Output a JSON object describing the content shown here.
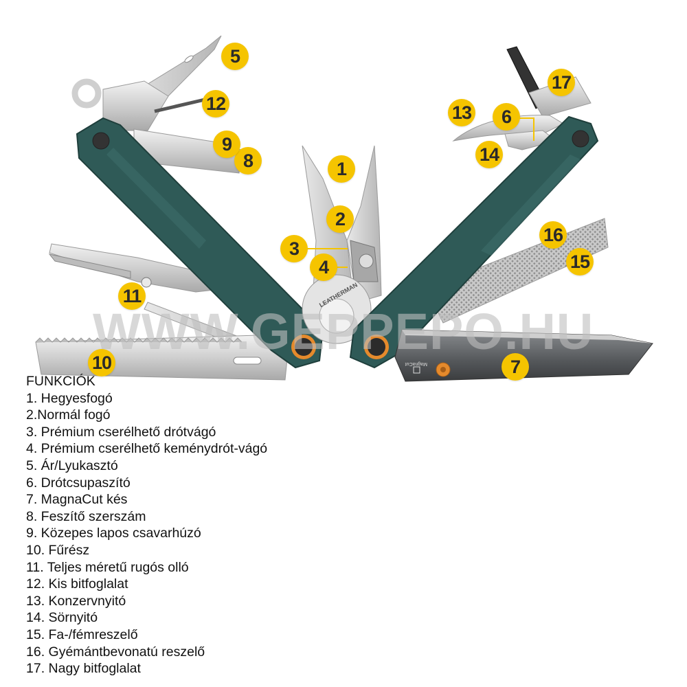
{
  "watermark": "WWW.GEPPEPO.HU",
  "brand_engraving": "LEATHERMAN",
  "blade_marking": "MagnaCut",
  "colors": {
    "handle": "#2f5a57",
    "badge": "#f5c400",
    "badge_text": "#2a2a2a",
    "pivot_ring": "#e58a2c",
    "steel": "#d8d8d8",
    "blade_dark": "#4a4d50"
  },
  "badges": [
    {
      "number": "1",
      "tool": "pliers-tip"
    },
    {
      "number": "2",
      "tool": "pliers-regular"
    },
    {
      "number": "3",
      "tool": "wire-cutter"
    },
    {
      "number": "4",
      "tool": "hard-wire-cutter"
    },
    {
      "number": "5",
      "tool": "awl"
    },
    {
      "number": "6",
      "tool": "wire-stripper"
    },
    {
      "number": "7",
      "tool": "knife"
    },
    {
      "number": "8",
      "tool": "pry-tool"
    },
    {
      "number": "9",
      "tool": "flat-screwdriver"
    },
    {
      "number": "10",
      "tool": "saw"
    },
    {
      "number": "11",
      "tool": "scissors"
    },
    {
      "number": "12",
      "tool": "small-bit-holder"
    },
    {
      "number": "13",
      "tool": "can-opener"
    },
    {
      "number": "14",
      "tool": "bottle-opener"
    },
    {
      "number": "15",
      "tool": "wood-metal-file"
    },
    {
      "number": "16",
      "tool": "diamond-file"
    },
    {
      "number": "17",
      "tool": "large-bit-holder"
    }
  ],
  "legend": {
    "title": "FUNKCIÓK",
    "items": [
      "1. Hegyesfogó",
      "2.Normál fogó",
      "3. Prémium cserélhető drótvágó",
      "4. Prémium cserélhető keménydrót-vágó",
      "5. Ár/Lyukasztó",
      "6. Drótcsupaszító",
      "7. MagnaCut kés",
      "8. Feszítő szerszám",
      "9. Közepes lapos csavarhúzó",
      "10. Fűrész",
      "11. Teljes méretű rugós olló",
      "12. Kis bitfoglalat",
      "13. Konzervnyitó",
      "14. Sörnyitó",
      "15. Fa-/fémreszelő",
      "16. Gyémántbevonatú reszelő",
      "17. Nagy bitfoglalat"
    ]
  }
}
